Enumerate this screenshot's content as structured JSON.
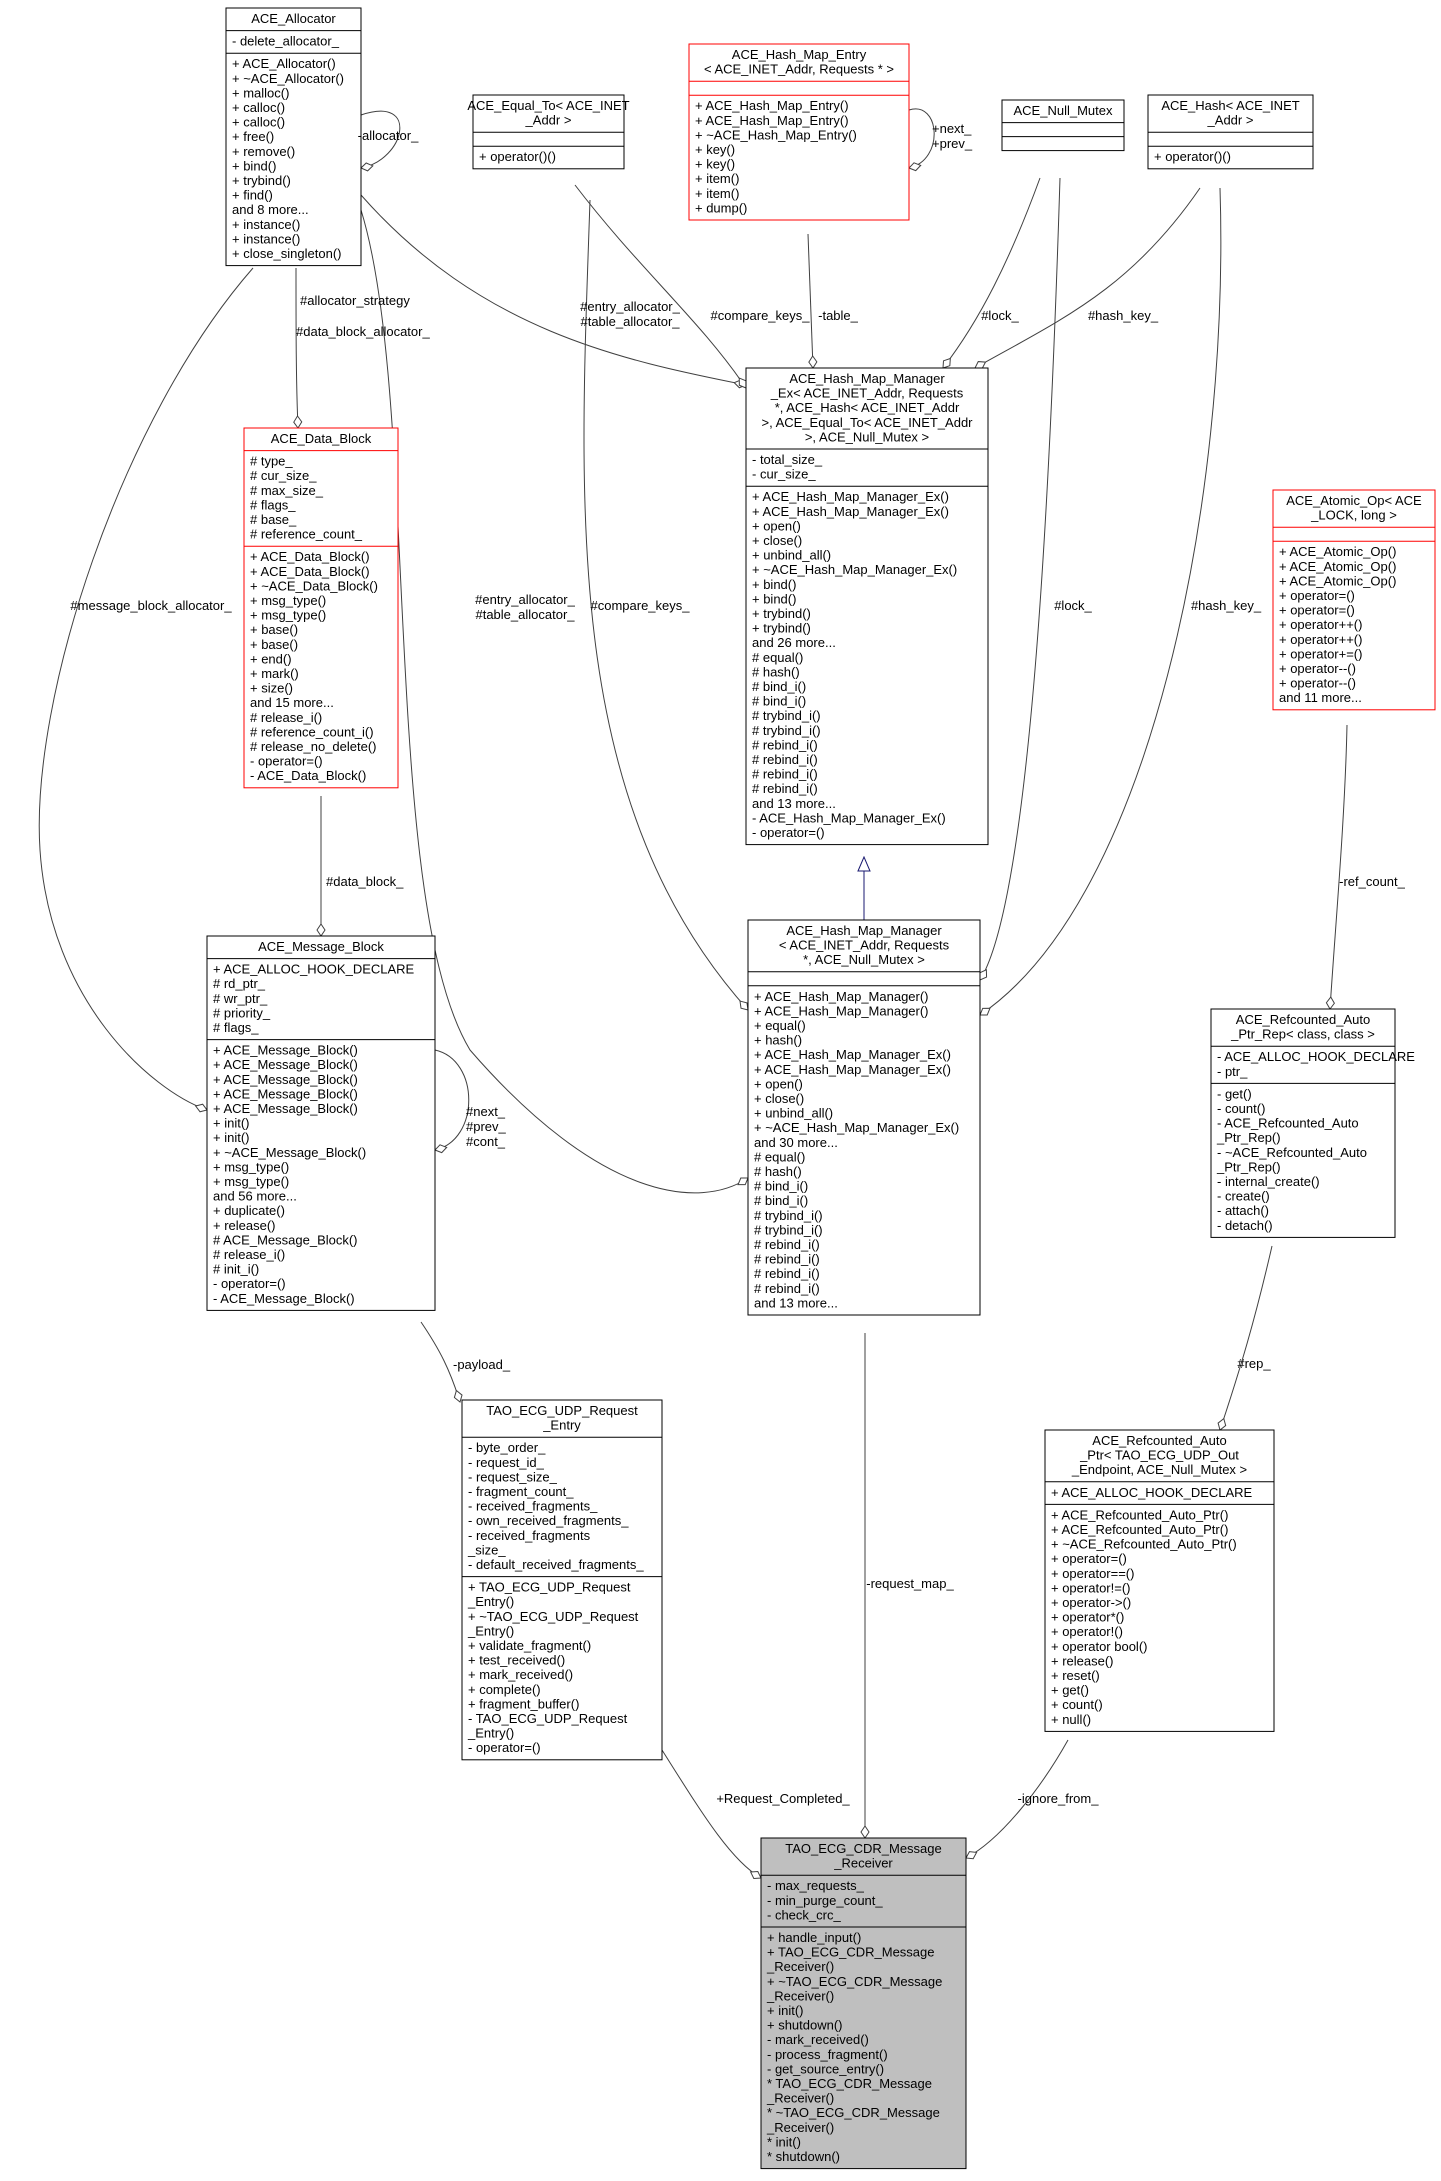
{
  "colors": {
    "box_border": "#000000",
    "box_border_red": "#ff0000",
    "box_fill": "#ffffff",
    "focus_fill": "#bfbfbf",
    "inherit_edge": "#191970",
    "edge": "#404040"
  },
  "nodes": [
    {
      "id": "ace_allocator",
      "title": [
        "ACE_Allocator"
      ],
      "border": "black",
      "attrs": [
        "- delete_allocator_"
      ],
      "ops": [
        "+ ACE_Allocator()",
        "+ ~ACE_Allocator()",
        "+ malloc()",
        "+ calloc()",
        "+ calloc()",
        "+ free()",
        "+ remove()",
        "+ bind()",
        "+ trybind()",
        "+ find()",
        "and 8 more...",
        "+ instance()",
        "+ instance()",
        "+ close_singleton()"
      ]
    },
    {
      "id": "ace_equal_to",
      "title": [
        "ACE_Equal_To< ACE_INET",
        "_Addr >"
      ],
      "border": "black",
      "attrs": [],
      "ops": [
        "+ operator()()"
      ]
    },
    {
      "id": "ace_hash_map_entry",
      "title": [
        "ACE_Hash_Map_Entry",
        "< ACE_INET_Addr, Requests * >"
      ],
      "border": "red",
      "attrs": [],
      "ops": [
        "+ ACE_Hash_Map_Entry()",
        "+ ACE_Hash_Map_Entry()",
        "+ ~ACE_Hash_Map_Entry()",
        "+ key()",
        "+ key()",
        "+ item()",
        "+ item()",
        "+ dump()"
      ]
    },
    {
      "id": "ace_null_mutex",
      "title": [
        "ACE_Null_Mutex"
      ],
      "border": "black",
      "attrs": [],
      "ops": []
    },
    {
      "id": "ace_hash",
      "title": [
        "ACE_Hash< ACE_INET",
        "_Addr >"
      ],
      "border": "black",
      "attrs": [],
      "ops": [
        "+ operator()()"
      ]
    },
    {
      "id": "ace_data_block",
      "title": [
        "ACE_Data_Block"
      ],
      "border": "red",
      "attrs": [
        "# type_",
        "# cur_size_",
        "# max_size_",
        "# flags_",
        "# base_",
        "# reference_count_"
      ],
      "ops": [
        "+ ACE_Data_Block()",
        "+ ACE_Data_Block()",
        "+ ~ACE_Data_Block()",
        "+ msg_type()",
        "+ msg_type()",
        "+ base()",
        "+ base()",
        "+ end()",
        "+ mark()",
        "+ size()",
        "and 15 more...",
        "# release_i()",
        "# reference_count_i()",
        "# release_no_delete()",
        "- operator=()",
        "- ACE_Data_Block()"
      ]
    },
    {
      "id": "ace_hash_map_manager_ex",
      "title": [
        "ACE_Hash_Map_Manager",
        "_Ex< ACE_INET_Addr, Requests",
        " *, ACE_Hash< ACE_INET_Addr",
        " >, ACE_Equal_To< ACE_INET_Addr",
        " >, ACE_Null_Mutex >"
      ],
      "border": "black",
      "attrs": [
        "- total_size_",
        "- cur_size_"
      ],
      "ops": [
        "+ ACE_Hash_Map_Manager_Ex()",
        "+ ACE_Hash_Map_Manager_Ex()",
        "+ open()",
        "+ close()",
        "+ unbind_all()",
        "+ ~ACE_Hash_Map_Manager_Ex()",
        "+ bind()",
        "+ bind()",
        "+ trybind()",
        "+ trybind()",
        "and 26 more...",
        "# equal()",
        "# hash()",
        "# bind_i()",
        "# bind_i()",
        "# trybind_i()",
        "# trybind_i()",
        "# rebind_i()",
        "# rebind_i()",
        "# rebind_i()",
        "# rebind_i()",
        "and 13 more...",
        "- ACE_Hash_Map_Manager_Ex()",
        "- operator=()"
      ]
    },
    {
      "id": "ace_atomic_op",
      "title": [
        "ACE_Atomic_Op< ACE",
        "_LOCK, long >"
      ],
      "border": "red",
      "attrs": [],
      "ops": [
        "+ ACE_Atomic_Op()",
        "+ ACE_Atomic_Op()",
        "+ ACE_Atomic_Op()",
        "+ operator=()",
        "+ operator=()",
        "+ operator++()",
        "+ operator++()",
        "+ operator+=()",
        "+ operator--()",
        "+ operator--()",
        "and 11 more..."
      ]
    },
    {
      "id": "ace_message_block",
      "title": [
        "ACE_Message_Block"
      ],
      "border": "black",
      "attrs": [
        "+ ACE_ALLOC_HOOK_DECLARE",
        "# rd_ptr_",
        "# wr_ptr_",
        "# priority_",
        "# flags_"
      ],
      "ops": [
        "+ ACE_Message_Block()",
        "+ ACE_Message_Block()",
        "+ ACE_Message_Block()",
        "+ ACE_Message_Block()",
        "+ ACE_Message_Block()",
        "+ init()",
        "+ init()",
        "+ ~ACE_Message_Block()",
        "+ msg_type()",
        "+ msg_type()",
        "and 56 more...",
        "+ duplicate()",
        "+ release()",
        "# ACE_Message_Block()",
        "# release_i()",
        "# init_i()",
        "- operator=()",
        "- ACE_Message_Block()"
      ]
    },
    {
      "id": "ace_hash_map_manager",
      "title": [
        "ACE_Hash_Map_Manager",
        "< ACE_INET_Addr, Requests",
        " *, ACE_Null_Mutex >"
      ],
      "border": "black",
      "attrs": [],
      "ops": [
        "+ ACE_Hash_Map_Manager()",
        "+ ACE_Hash_Map_Manager()",
        "+ equal()",
        "+ hash()",
        "+ ACE_Hash_Map_Manager_Ex()",
        "+ ACE_Hash_Map_Manager_Ex()",
        "+ open()",
        "+ close()",
        "+ unbind_all()",
        "+ ~ACE_Hash_Map_Manager_Ex()",
        "and 30 more...",
        "# equal()",
        "# hash()",
        "# bind_i()",
        "# bind_i()",
        "# trybind_i()",
        "# trybind_i()",
        "# rebind_i()",
        "# rebind_i()",
        "# rebind_i()",
        "# rebind_i()",
        "and 13 more..."
      ]
    },
    {
      "id": "ace_refcounted_auto_ptr_rep",
      "title": [
        "ACE_Refcounted_Auto",
        "_Ptr_Rep< class, class >"
      ],
      "border": "black",
      "attrs": [
        "- ACE_ALLOC_HOOK_DECLARE",
        "- ptr_"
      ],
      "ops": [
        "- get()",
        "- count()",
        "- ACE_Refcounted_Auto",
        "_Ptr_Rep()",
        "- ~ACE_Refcounted_Auto",
        "_Ptr_Rep()",
        "- internal_create()",
        "- create()",
        "- attach()",
        "- detach()"
      ]
    },
    {
      "id": "tao_ecg_udp_request_entry",
      "title": [
        "TAO_ECG_UDP_Request",
        "_Entry"
      ],
      "border": "black",
      "attrs": [
        "- byte_order_",
        "- request_id_",
        "- request_size_",
        "- fragment_count_",
        "- received_fragments_",
        "- own_received_fragments_",
        "- received_fragments",
        "_size_",
        "- default_received_fragments_"
      ],
      "ops": [
        "+ TAO_ECG_UDP_Request",
        "_Entry()",
        "+ ~TAO_ECG_UDP_Request",
        "_Entry()",
        "+ validate_fragment()",
        "+ test_received()",
        "+ mark_received()",
        "+ complete()",
        "+ fragment_buffer()",
        "- TAO_ECG_UDP_Request",
        "_Entry()",
        "- operator=()"
      ]
    },
    {
      "id": "ace_refcounted_auto_ptr",
      "title": [
        "ACE_Refcounted_Auto",
        "_Ptr< TAO_ECG_UDP_Out",
        "_Endpoint, ACE_Null_Mutex >"
      ],
      "border": "black",
      "attrs": [
        "+ ACE_ALLOC_HOOK_DECLARE"
      ],
      "ops": [
        "+ ACE_Refcounted_Auto_Ptr()",
        "+ ACE_Refcounted_Auto_Ptr()",
        "+ ~ACE_Refcounted_Auto_Ptr()",
        "+ operator=()",
        "+ operator==()",
        "+ operator!=()",
        "+ operator->()",
        "+ operator*()",
        "+ operator!()",
        "+ operator bool()",
        "+ release()",
        "+ reset()",
        "+ get()",
        "+ count()",
        "+ null()"
      ]
    },
    {
      "id": "tao_ecg_cdr_message_receiver",
      "title": [
        "TAO_ECG_CDR_Message",
        "_Receiver"
      ],
      "border": "black",
      "focus": true,
      "attrs": [
        "- max_requests_",
        "- min_purge_count_",
        "- check_crc_"
      ],
      "ops": [
        "+ handle_input()",
        "+ TAO_ECG_CDR_Message",
        "_Receiver()",
        "+ ~TAO_ECG_CDR_Message",
        "_Receiver()",
        "+ init()",
        "+ shutdown()",
        "- mark_received()",
        "- process_fragment()",
        "- get_source_entry()",
        "* TAO_ECG_CDR_Message",
        "_Receiver()",
        "* ~TAO_ECG_CDR_Message",
        "_Receiver()",
        "* init()",
        "* shutdown()"
      ]
    }
  ],
  "edges": [
    {
      "id": "e1",
      "labels": [
        "-allocator_"
      ]
    },
    {
      "id": "e2",
      "labels": [
        "#allocator_strategy",
        "#data_block_allocator_"
      ]
    },
    {
      "id": "e3",
      "labels": [
        "#message_block_allocator_"
      ]
    },
    {
      "id": "e4",
      "labels": [
        "#entry_allocator_",
        "#table_allocator_"
      ]
    },
    {
      "id": "e5",
      "labels": [
        "#entry_allocator_",
        "#table_allocator_"
      ]
    },
    {
      "id": "e6",
      "labels": [
        "#compare_keys_"
      ]
    },
    {
      "id": "e7",
      "labels": [
        "#compare_keys_"
      ]
    },
    {
      "id": "e8",
      "labels": [
        "-table_"
      ]
    },
    {
      "id": "e9",
      "labels": [
        "+next_",
        "+prev_"
      ]
    },
    {
      "id": "e10",
      "labels": [
        "#lock_"
      ]
    },
    {
      "id": "e11",
      "labels": [
        "#lock_"
      ]
    },
    {
      "id": "e12",
      "labels": [
        "#hash_key_"
      ]
    },
    {
      "id": "e13",
      "labels": [
        "#hash_key_"
      ]
    },
    {
      "id": "e14",
      "labels": [
        "#data_block_"
      ]
    },
    {
      "id": "e15",
      "labels": [
        "#next_",
        "#prev_",
        "#cont_"
      ]
    },
    {
      "id": "e16",
      "labels": [
        "-payload_"
      ]
    },
    {
      "id": "e17",
      "labels": [
        "-ref_count_"
      ]
    },
    {
      "id": "e18",
      "labels": [
        "#rep_"
      ]
    },
    {
      "id": "e19",
      "labels": [
        "-request_map_"
      ]
    },
    {
      "id": "e20",
      "labels": [
        "+Request_Completed_"
      ]
    },
    {
      "id": "e21",
      "labels": [
        "-ignore_from_"
      ]
    },
    {
      "id": "e22",
      "labels": []
    }
  ]
}
